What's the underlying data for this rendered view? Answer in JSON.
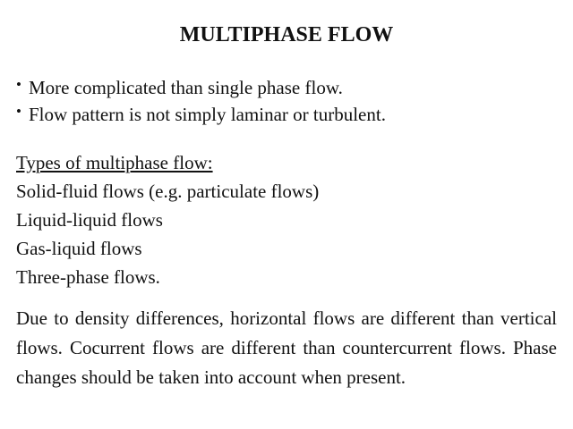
{
  "slide": {
    "title": "MULTIPHASE FLOW",
    "bullets": [
      "More complicated than single phase flow.",
      "Flow pattern is not simply laminar or turbulent."
    ],
    "bullet_symbol": "•",
    "types_heading": "Types of multiphase flow:",
    "types": [
      "Solid-fluid flows (e.g. particulate flows)",
      "Liquid-liquid flows",
      "Gas-liquid flows",
      "Three-phase flows."
    ],
    "paragraph": "Due to density differences, horizontal flows are different than vertical flows. Cocurrent flows are different than countercurrent flows. Phase changes should be taken into account when present."
  }
}
